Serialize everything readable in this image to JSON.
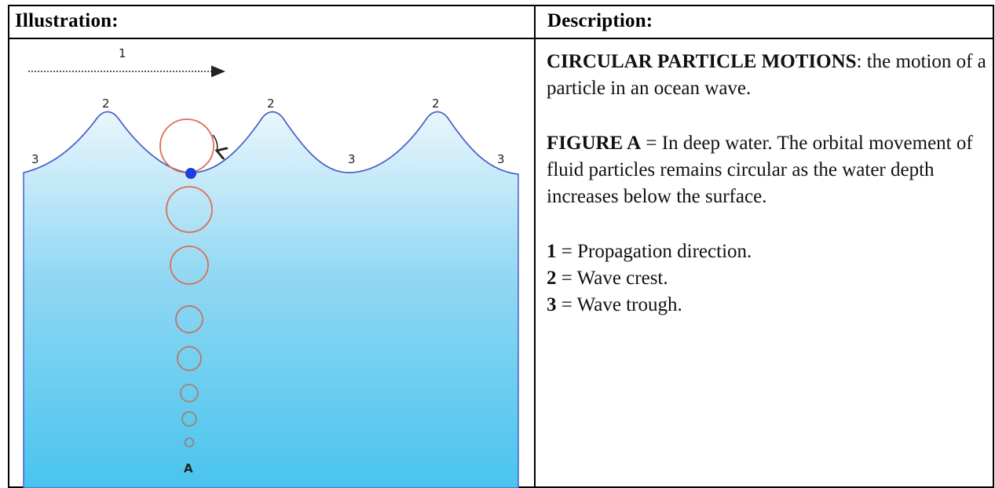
{
  "header": {
    "illustration": "Illustration:",
    "description": "Description:"
  },
  "diagram": {
    "labels": {
      "propagation": "1",
      "crest": "2",
      "trough": "3",
      "bottom": "A"
    },
    "colors": {
      "water_top": "#eaf6fc",
      "water_bottom": "#49c4ee",
      "wave_line": "#4a5fc8",
      "orbit": "#dd6d55",
      "orbit_deep": "#b77b66",
      "particle": "#1d3fe0",
      "arrow": "#222222"
    }
  },
  "description": {
    "title_bold": "CIRCULAR PARTICLE MOTIONS",
    "title_rest": ": the motion of a particle in an ocean wave.",
    "figure_bold": "FIGURE A",
    "figure_rest": " = In deep water. The orbital movement of fluid particles remains circular as the water depth increases below the surface.",
    "legend": [
      {
        "key": "1",
        "text": " = Propagation direction."
      },
      {
        "key": "2",
        "text": " = Wave crest."
      },
      {
        "key": "3",
        "text": " = Wave trough."
      }
    ]
  }
}
